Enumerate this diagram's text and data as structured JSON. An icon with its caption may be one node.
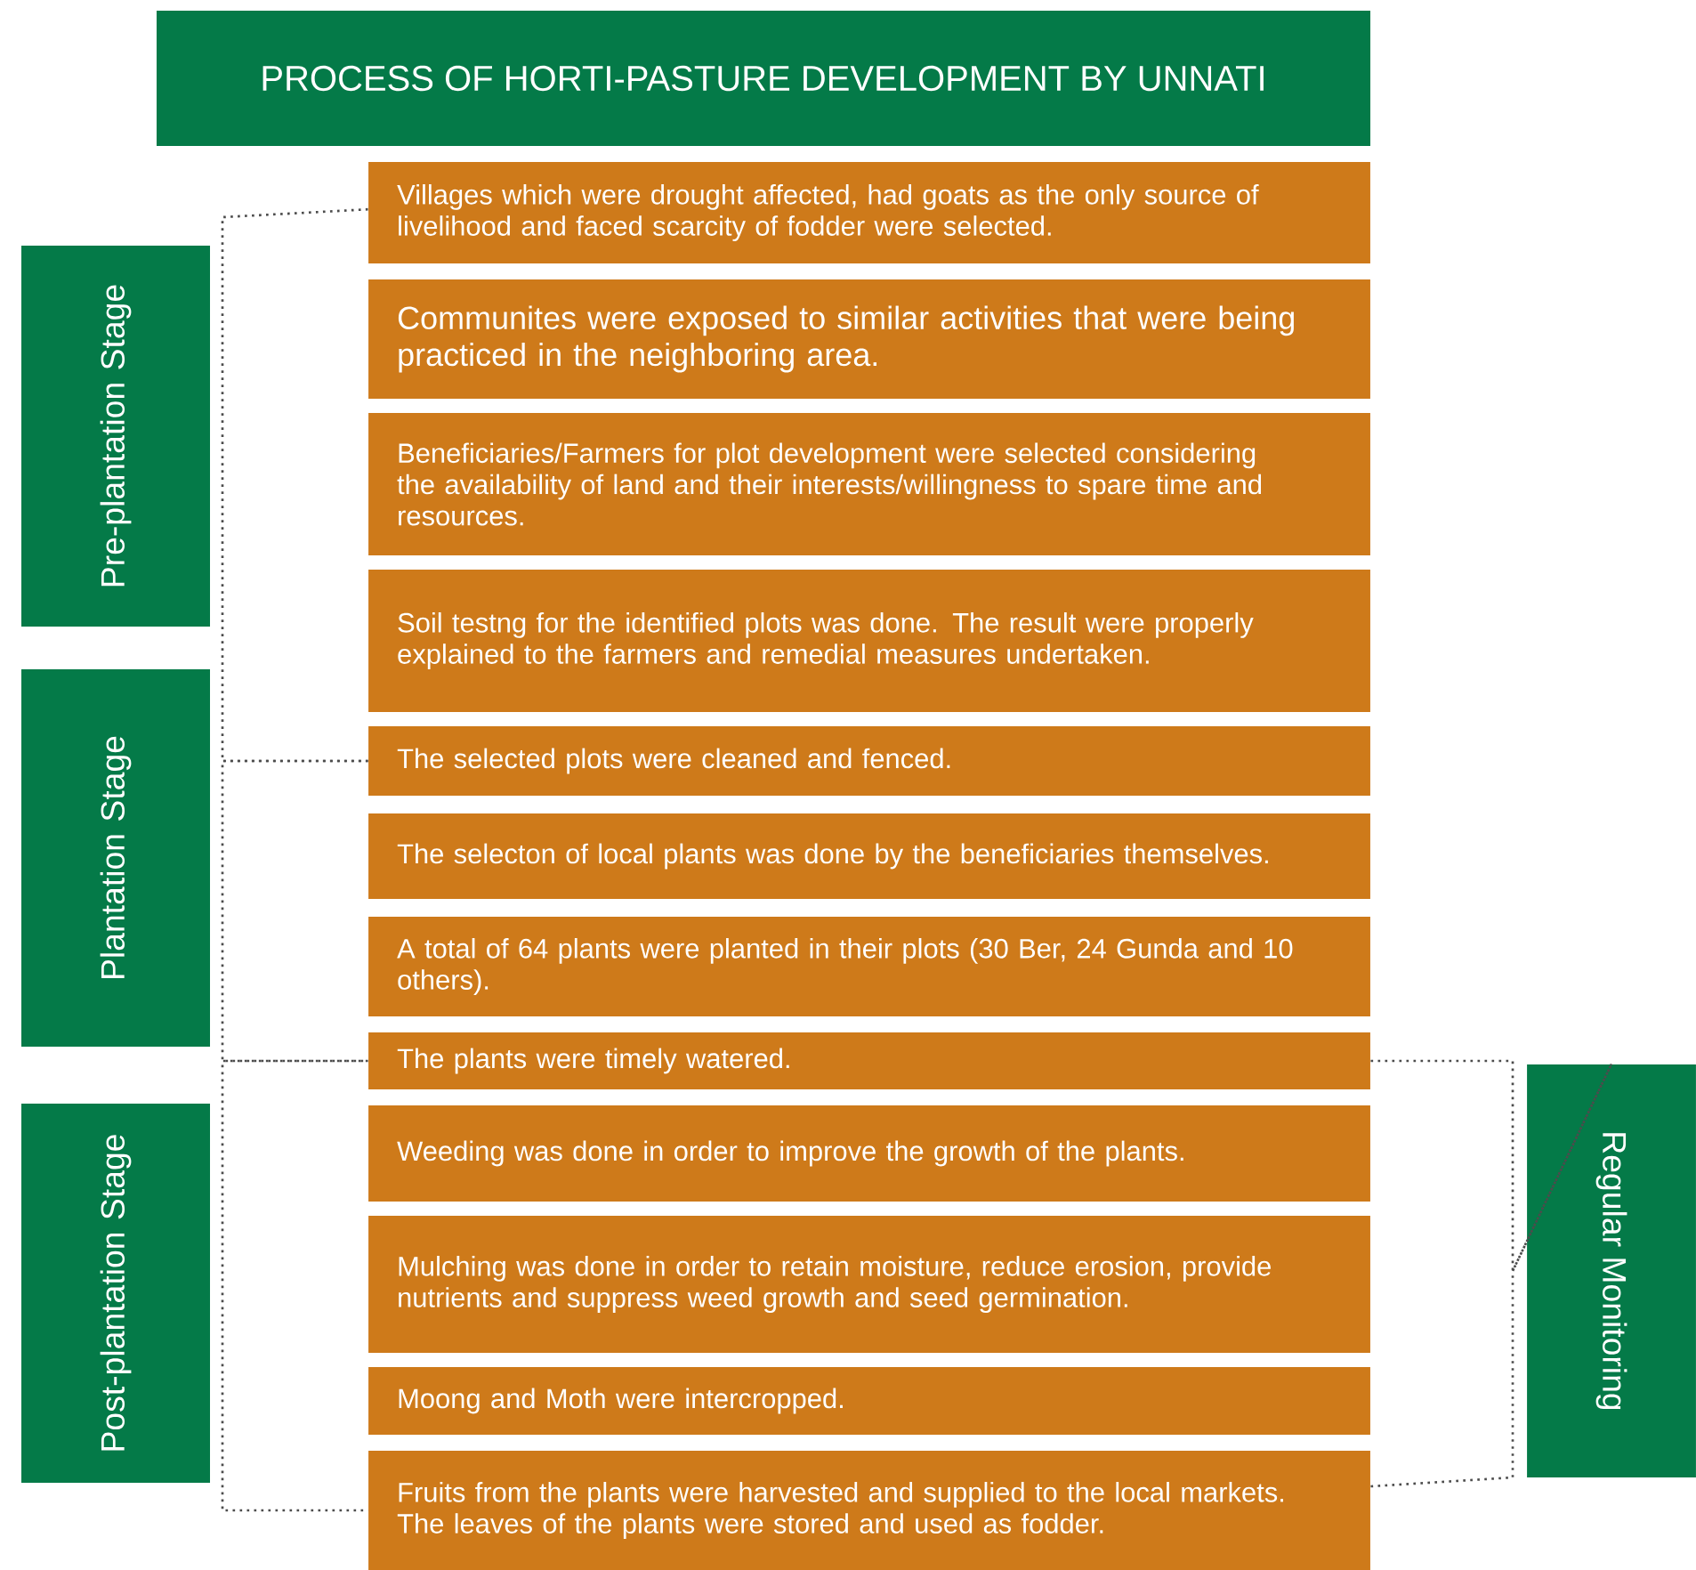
{
  "diagram": {
    "title": "PROCESS OF HORTI-PASTURE DEVELOPMENT BY UNNATI",
    "nodes": [
      {
        "text": [
          "Pre-plantation Stage"
        ]
      },
      {
        "text": [
          "Plantation Stage"
        ]
      },
      {
        "text": [
          "Post-plantation Stage"
        ]
      },
      {
        "text": [
          "Villages which were drought affected, had goats as the only source of livelihood and faced scarcity of fodder were selected."
        ]
      },
      {
        "text": [
          "Communites were exposed to similar activities that were being practiced in the neighboring area."
        ]
      },
      {
        "text": [
          "Beneficiaries/Farmers for plot development were selected considering the availability of land and their interests/willingness to spare time and resources."
        ]
      },
      {
        "text": [
          "Soil testng for the identified plots was done. The result were properly explained to the farmers and remedial measures undertaken."
        ]
      },
      {
        "text": [
          "The selected plots were cleaned and fenced."
        ]
      },
      {
        "text": [
          "The selecton of local plants was done by the beneficiaries themselves."
        ]
      },
      {
        "text": [
          "A total of 64 plants were planted in their plots (30 Ber, 24 Gunda and 10 others)."
        ]
      },
      {
        "text": [
          "The plants were timely watered."
        ]
      },
      {
        "text": [
          "Weeding was done in order to improve the growth of the plants."
        ]
      },
      {
        "text": [
          "Mulching was done in order to retain moisture, reduce erosion, provide nutrients and suppress weed growth and seed germination."
        ]
      },
      {
        "text": [
          "Moong and Moth were intercropped."
        ]
      },
      {
        "text": [
          "Fruits from the plants were harvested and supplied to the local markets. The leaves of the plants were stored and used as fodder."
        ]
      },
      {
        "text": [
          "Regular Monitoring"
        ]
      }
    ],
    "edges": [
      {
        "from": 3,
        "to": 7,
        "arrow": "none",
        "style": "dashed"
      },
      {
        "from": 7,
        "to": 10,
        "arrow": "none",
        "style": "dashed"
      },
      {
        "from": 10,
        "to": 14,
        "arrow": "none",
        "style": "dashed"
      },
      {
        "from": 10,
        "to": 15,
        "arrow": "none",
        "style": "dashed"
      },
      {
        "from": 14,
        "to": 15,
        "arrow": "none",
        "style": "dashed"
      }
    ]
  }
}
